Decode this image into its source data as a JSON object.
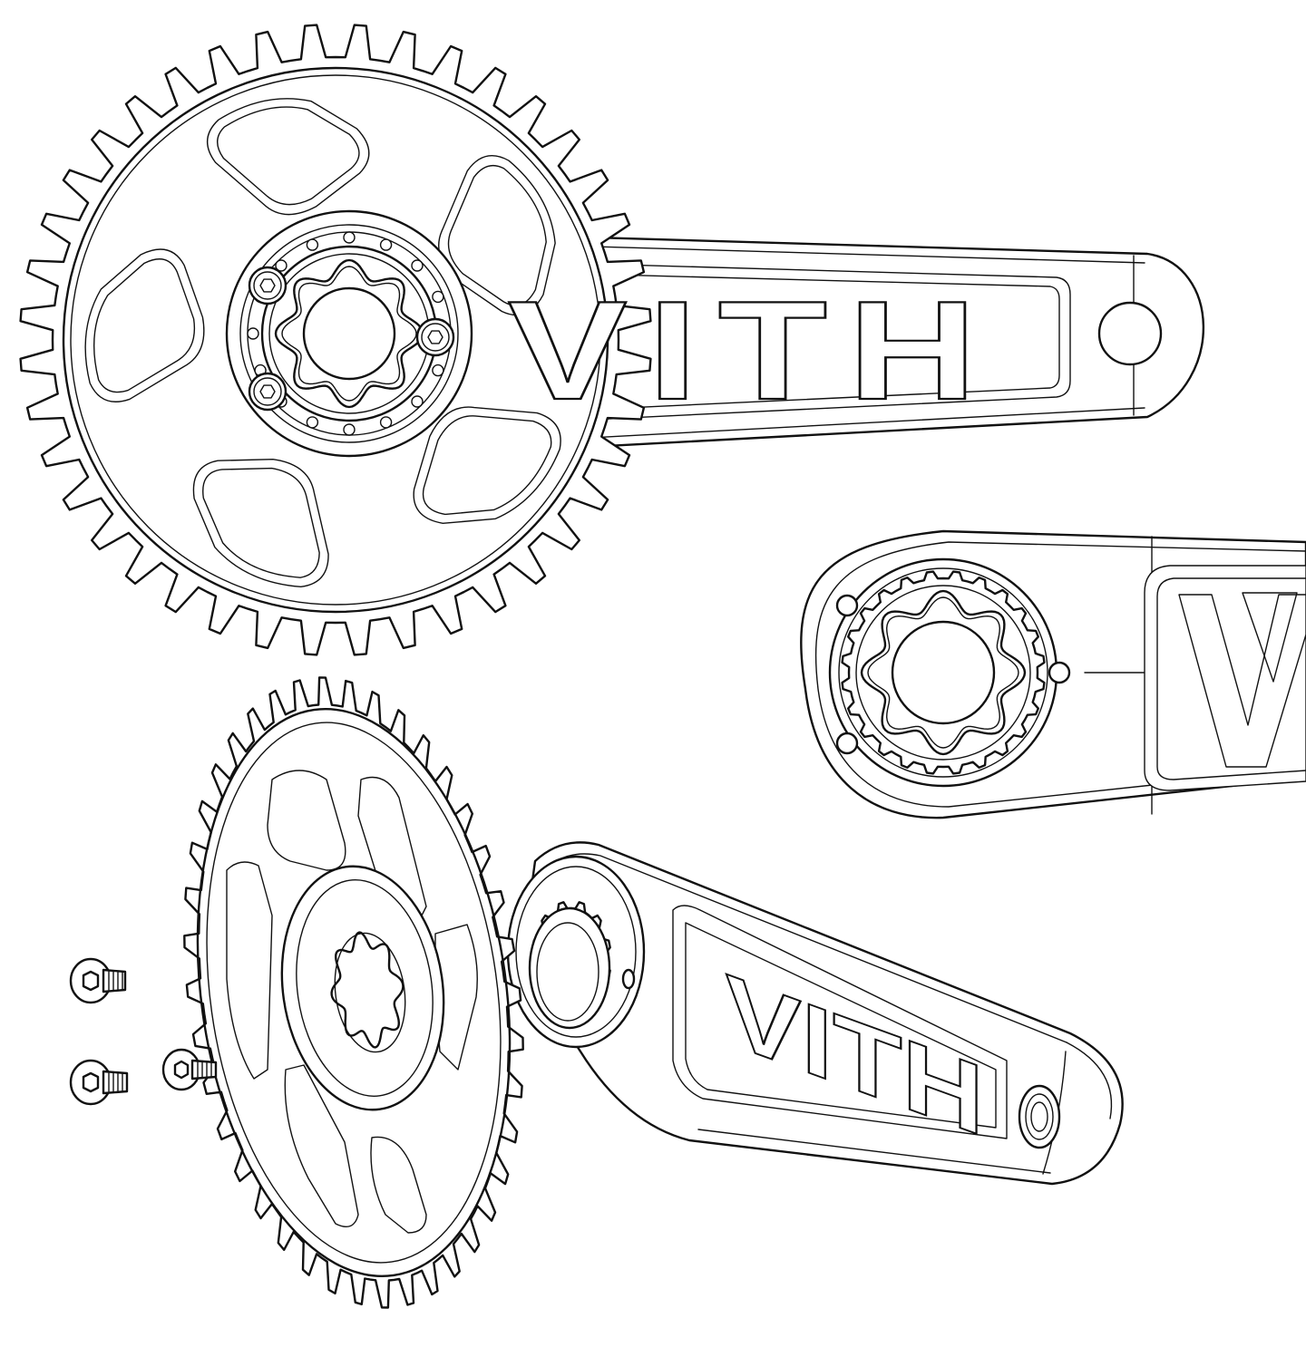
{
  "figure": {
    "brand_marking": "VITH",
    "views": [
      {
        "name": "crankset-side-view",
        "chainring_teeth": 40,
        "chainring_bolts": 3,
        "spoke_windows": 5
      },
      {
        "name": "crank-arm-spider-closeup",
        "spline_lobes": 8
      },
      {
        "name": "crankset-exploded-isometric",
        "chainring_teeth": 40,
        "loose_bolts": 3
      }
    ]
  }
}
